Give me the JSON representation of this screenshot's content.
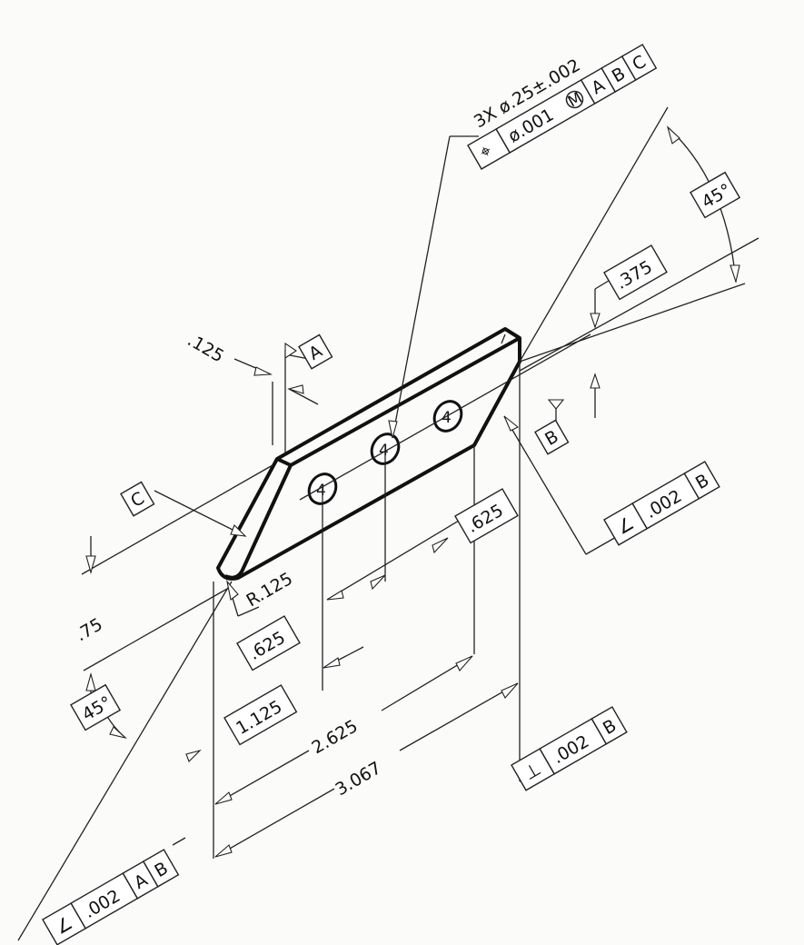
{
  "drawing": {
    "hole_spec": "3X ø.25±.002",
    "position_fcf": {
      "symbol": "⌖",
      "tolerance": "ø.001",
      "modifier": "M",
      "datums": [
        "A",
        "B",
        "C"
      ]
    },
    "angle_top": "45°",
    "dim_375": ".375",
    "dim_125": ".125",
    "datum_A": "A",
    "datum_B": "B",
    "datum_C": "C",
    "angularity_right": {
      "symbol": "∠",
      "tolerance": ".002",
      "datums": [
        "B"
      ]
    },
    "dim_625_right": ".625",
    "dim_625_left": ".625",
    "radius": "R.125",
    "dim_75": ".75",
    "angle_left": "45°",
    "dim_1125": "1.125",
    "dim_2625": "2.625",
    "dim_3067": "3.067",
    "perpendicularity": {
      "symbol": "⊥",
      "tolerance": ".002",
      "datums": [
        "B"
      ]
    },
    "angularity_bottom": {
      "symbol": "∠",
      "tolerance": ".002",
      "datums": [
        "A",
        "B"
      ]
    },
    "hole_mark": "4"
  }
}
